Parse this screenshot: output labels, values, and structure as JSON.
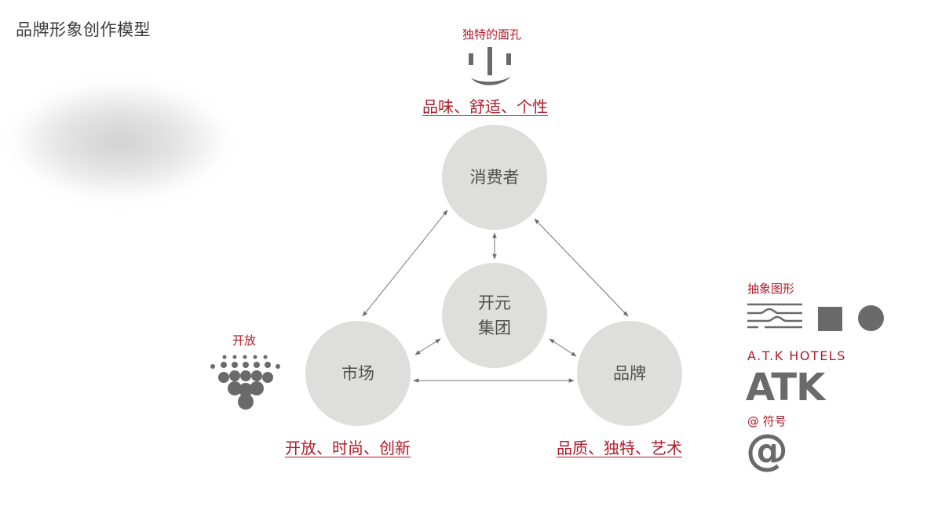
{
  "page": {
    "title": "品牌形象创作模型"
  },
  "nodes": {
    "consumer": "消费者",
    "center": "开元\n集团",
    "market": "市场",
    "brand": "品牌"
  },
  "labels": {
    "face": "独特的面孔",
    "top_keywords": "品味、舒适、个性",
    "open": "开放",
    "left_keywords": "开放、时尚、创新",
    "right_keywords": "品质、独特、艺术",
    "abstract_shapes": "抽象图形",
    "atk_hotels": "A.T.K  HOTELS",
    "atk_logo": "ATK",
    "at_label": "@ 符号",
    "at_symbol": "@"
  },
  "colors": {
    "accent_red": "#b11b2a",
    "node_fill": "#dededd",
    "icon_gray": "#6a6a6a",
    "text_gray": "#505050"
  },
  "icons": [
    "face-icon",
    "dots-icon",
    "waves-icon",
    "square-shape",
    "circle-shape"
  ]
}
